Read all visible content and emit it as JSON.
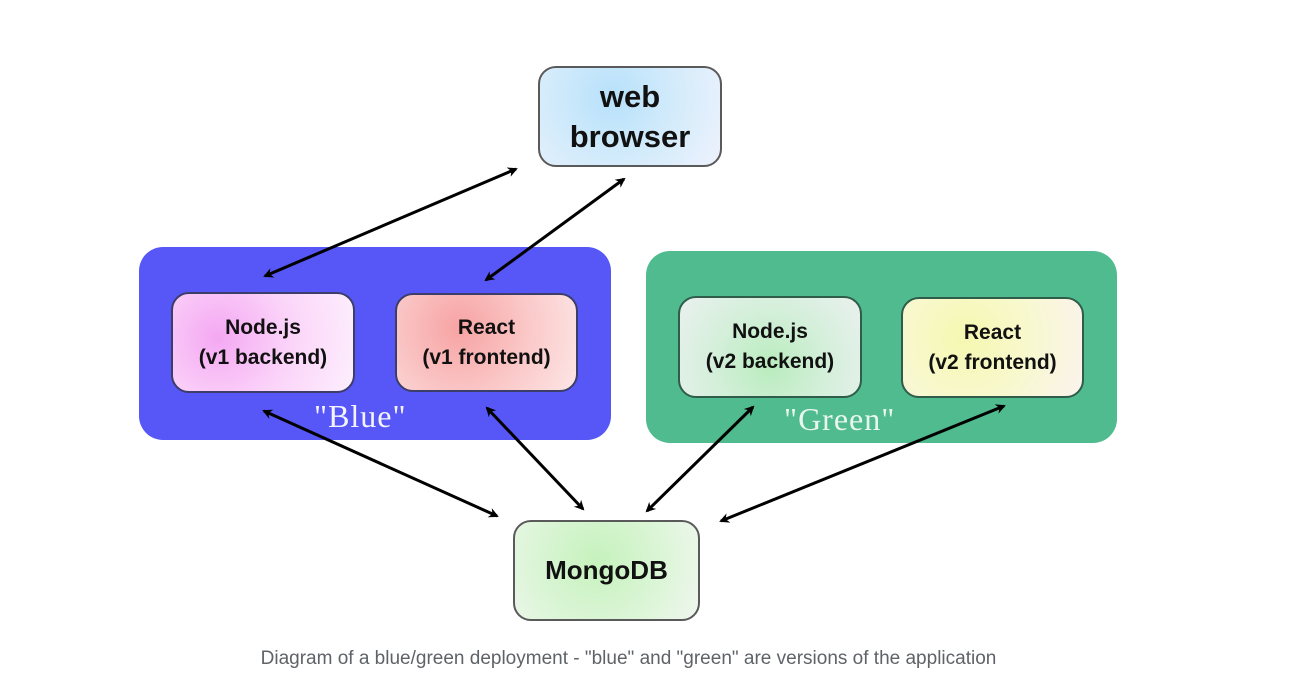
{
  "diagram": {
    "nodes": {
      "web_browser": {
        "lines": [
          "web",
          "browser"
        ]
      },
      "node_v1": {
        "lines": [
          "Node.js",
          "(v1 backend)"
        ]
      },
      "react_v1": {
        "lines": [
          "React",
          "(v1 frontend)"
        ]
      },
      "node_v2": {
        "lines": [
          "Node.js",
          "(v2 backend)"
        ]
      },
      "react_v2": {
        "lines": [
          "React",
          "(v2 frontend)"
        ]
      },
      "mongodb": {
        "lines": [
          "MongoDB"
        ]
      }
    },
    "groups": {
      "blue": {
        "label": "\"Blue\"",
        "color": "#5757f7"
      },
      "green": {
        "label": "\"Green\"",
        "color": "#4fbb8f"
      }
    },
    "edges": [
      {
        "from": "node_v1",
        "to": "web_browser",
        "direction": "bidirectional"
      },
      {
        "from": "react_v1",
        "to": "web_browser",
        "direction": "bidirectional"
      },
      {
        "from": "node_v1",
        "to": "mongodb",
        "direction": "bidirectional"
      },
      {
        "from": "react_v1",
        "to": "mongodb",
        "direction": "bidirectional"
      },
      {
        "from": "node_v2",
        "to": "mongodb",
        "direction": "bidirectional"
      },
      {
        "from": "react_v2",
        "to": "mongodb",
        "direction": "bidirectional"
      }
    ]
  },
  "caption": "Diagram of a blue/green deployment - \"blue\" and \"green\" are versions of the application"
}
